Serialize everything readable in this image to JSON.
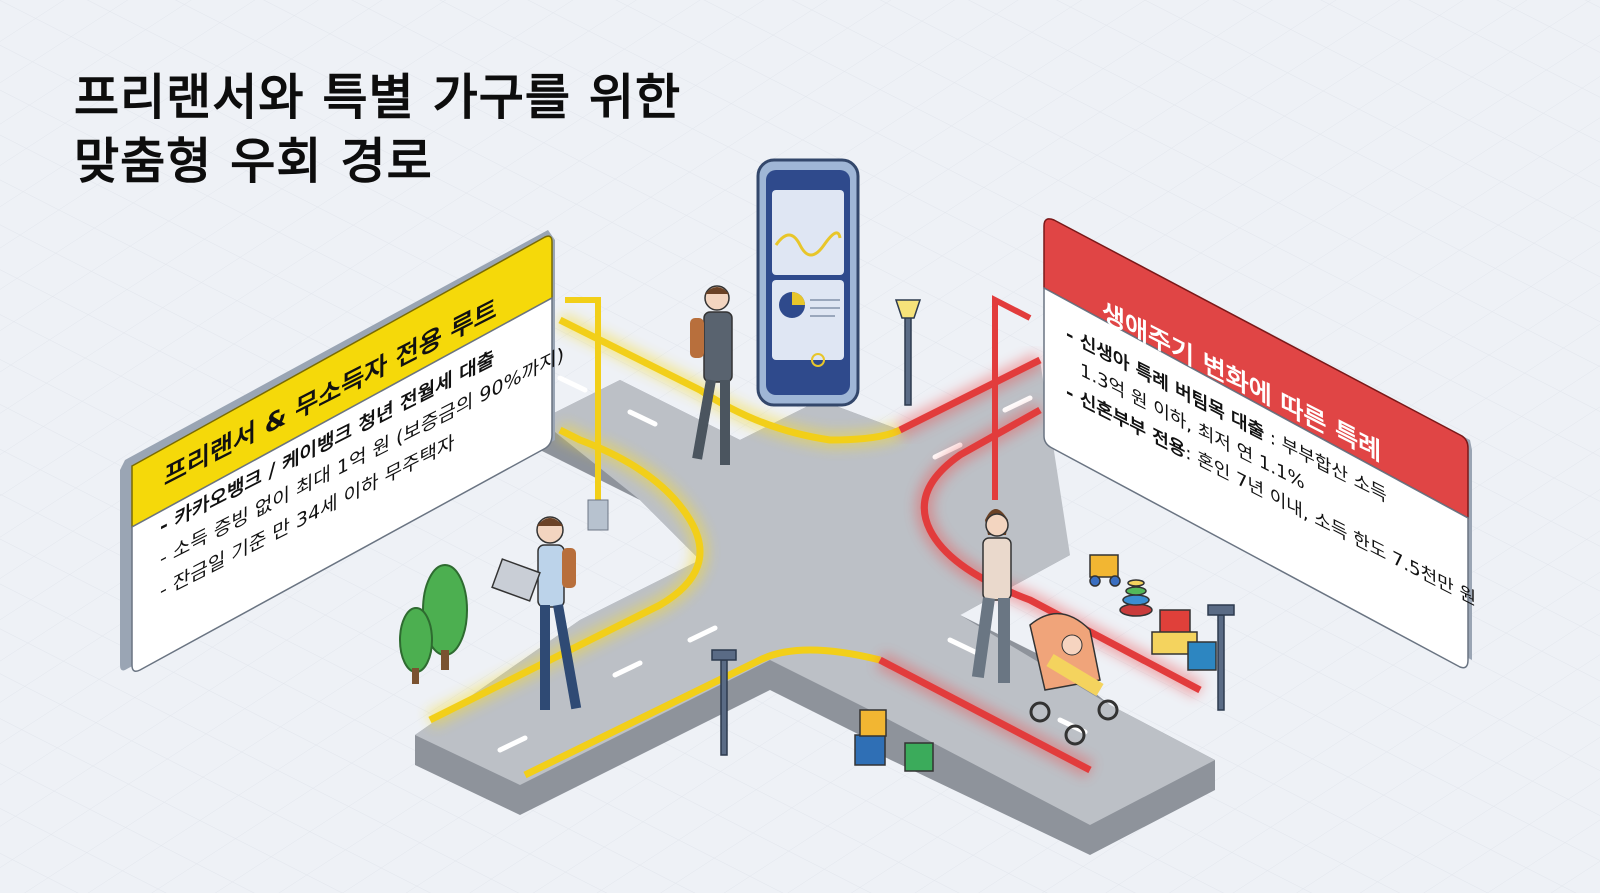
{
  "title": {
    "line1": "프리랜서와 특별 가구를 위한",
    "line2": "맞춤형 우회 경로"
  },
  "left_sign": {
    "header": "프리랜서 & 무소득자 전용 루트",
    "accent_color": "#f5d90a",
    "items": [
      {
        "text": "- 카카오뱅크 / 케이뱅크 청년 전월세 대출",
        "bold": true
      },
      {
        "text": "- 소득 증빙 없이 최대 1억 원 (보증금의 90%까지)",
        "bold": false
      },
      {
        "text": "- 잔금일 기준 만 34세 이하 무주택자",
        "bold": false
      }
    ]
  },
  "right_sign": {
    "header": "생애주기 변화에 따른 특례",
    "accent_color": "#e04545",
    "items": [
      {
        "label": "- 신생아 특례 버팀목 대출",
        "text": " : 부부합산 소득"
      },
      {
        "label": "",
        "text": "1.3억 원 이하, 최저 연 1.1%"
      },
      {
        "label": "- 신혼부부 전용",
        "text": ": 혼인 7년 이내, 소득 한도 7.5천만 원"
      }
    ]
  },
  "scene": {
    "yellow_route_color": "#f7dc2a",
    "red_route_color": "#ef4a4a",
    "road_color": "#b9bcc2",
    "background_color": "#eef1f6",
    "figures": [
      "freelancer-with-laptop",
      "commuter-with-phone",
      "parent-with-stroller"
    ],
    "props": [
      "smartphone-kiosk",
      "street-lamp",
      "trees",
      "toy-blocks",
      "stacking-ring-toy",
      "toy-car"
    ]
  }
}
